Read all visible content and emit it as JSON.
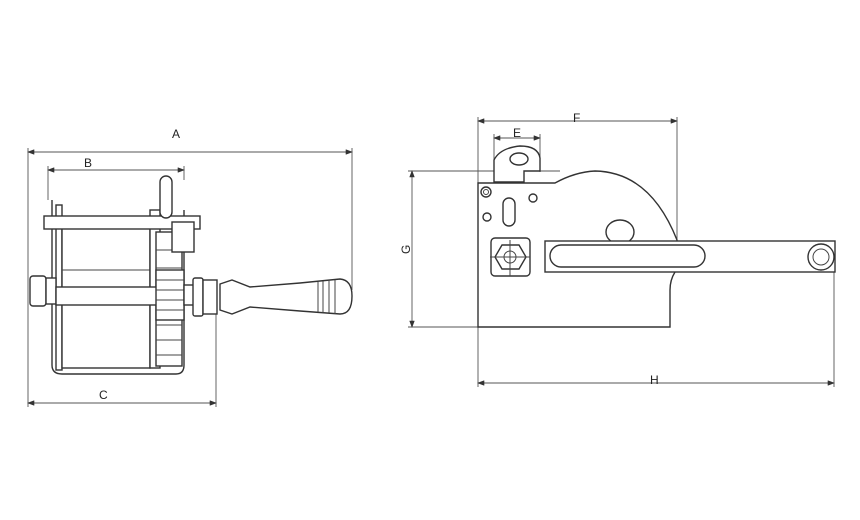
{
  "drawing": {
    "front_view": {
      "labels": {
        "a": "A",
        "b": "B",
        "c": "C"
      }
    },
    "side_view": {
      "labels": {
        "e": "E",
        "f": "F",
        "g": "G",
        "h": "H"
      }
    }
  }
}
